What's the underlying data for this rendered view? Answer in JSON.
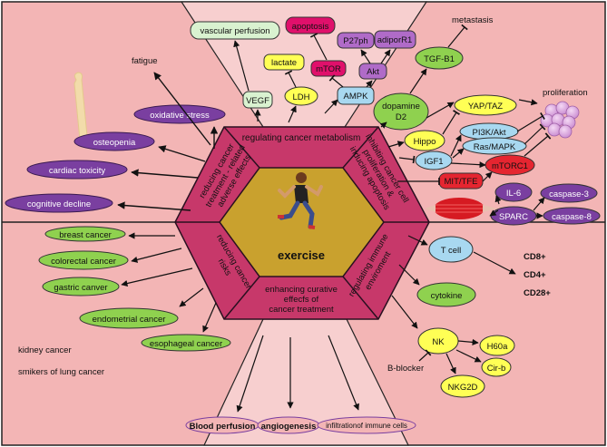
{
  "center": {
    "label": "exercise"
  },
  "sections": {
    "metabolism": "regulating cancer metabolism",
    "proliferation": [
      "inhibiting cancer cell",
      "proliferation &",
      "inducing apoptosis"
    ],
    "immune": [
      "regulating immune",
      "enviroment"
    ],
    "curative": [
      "enhancing curative",
      "effecfs of",
      "cancer treatment"
    ],
    "risks": [
      "reducing cancer",
      "risks"
    ],
    "adverse": [
      "reducing cancer",
      "treatment - related",
      "adverse effects"
    ]
  },
  "adverse_effects": {
    "fatigue": "fatigue",
    "oxidative_stress": "oxidative stress",
    "osteopenia": "osteopenia",
    "cardiac_toxicity": "cardiac toxicity",
    "cognitive_decline": "cognitive decline"
  },
  "metabolism_nodes": {
    "vascular_perfusion": "vascular perfusion",
    "apoptosis": "apoptosis",
    "p27ph": "P27ph",
    "adiporr1": "adiporR1",
    "lactate": "lactate",
    "mtor": "mTOR",
    "akt": "Akt",
    "vegf": "VEGF",
    "ldh": "LDH",
    "ampk": "AMPK"
  },
  "proliferation_nodes": {
    "metastasis": "metastasis",
    "tgf_b1": "TGF-B1",
    "dopamine_d2": [
      "dopamine",
      "D2"
    ],
    "yap_taz": "YAP/TAZ",
    "proliferation": "proliferation",
    "hippo": "Hippo",
    "pi3k_akt": "PI3K/Akt",
    "ras_mapk": "Ras/MAPK",
    "igf1": "IGF1",
    "mtorc1": "mTORC1",
    "mit_tfe": "MIT/TFE",
    "il6": "IL-6",
    "caspase3": "caspase-3",
    "sparc": "SPARC",
    "caspase8": "caspase-8"
  },
  "immune_nodes": {
    "t_cell": "T cell",
    "cd8": "CD8+",
    "cd4": "CD4+",
    "cd28": "CD28+",
    "cytokine": "cytokine",
    "nk": "NK",
    "h60a": "H60a",
    "b_blocker": "B-blocker",
    "cir_b": "Cir-b",
    "nkg2d": "NKG2D"
  },
  "risk_nodes": {
    "breast": "breast cancer",
    "colorectal": "colorectal cancer",
    "gastric": "gastric canver",
    "endometrial": "endometrial cancer",
    "esophageal": "esophageal cancer",
    "kidney": "kidney cancer",
    "lung": "smikers of lung cancer"
  },
  "curative_nodes": {
    "blood_perfusion": "Blood perfusion",
    "angiogenesis": "angiogenesis",
    "infiltration": "infiltrationof immune cells"
  },
  "colors": {
    "panel": "#f3b5b5",
    "hex_ring": "#c7386a",
    "hex_center": "#c9a12e",
    "green": "#8fd14f",
    "purple": "#7a3fa0",
    "magenta": "#e0106b",
    "blue": "#a8d8f0",
    "yellow": "#ffff55",
    "red": "#e52530"
  }
}
